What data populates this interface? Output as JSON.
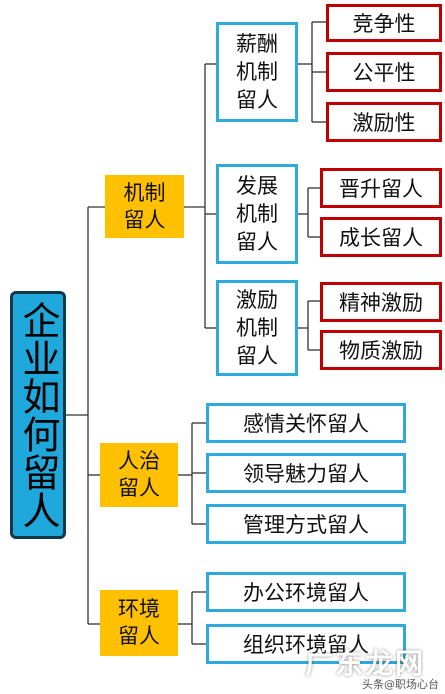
{
  "root": {
    "label": "企业如何留人"
  },
  "branches": {
    "mechanism": {
      "label": "机制留人",
      "children": {
        "salary": {
          "label": "薪酬机制留人",
          "items": [
            "竞争性",
            "公平性",
            "激励性"
          ]
        },
        "development": {
          "label": "发展机制留人",
          "items": [
            "晋升留人",
            "成长留人"
          ]
        },
        "incentive": {
          "label": "激励机制留人",
          "items": [
            "精神激励",
            "物质激励"
          ]
        }
      }
    },
    "people": {
      "label": "人治留人",
      "items": [
        "感情关怀留人",
        "领导魅力留人",
        "管理方式留人"
      ]
    },
    "environment": {
      "label": "环境留人",
      "items": [
        "办公环境留人",
        "组织环境留人"
      ]
    }
  },
  "watermark": {
    "text": "广东龙网",
    "sub": "头条@职场心台"
  },
  "colors": {
    "root_fill": "#1ea8dc",
    "branch_fill": "#ffc000",
    "blue_border": "#2eaadd",
    "red_border": "#c00000",
    "connector": "#333333"
  }
}
